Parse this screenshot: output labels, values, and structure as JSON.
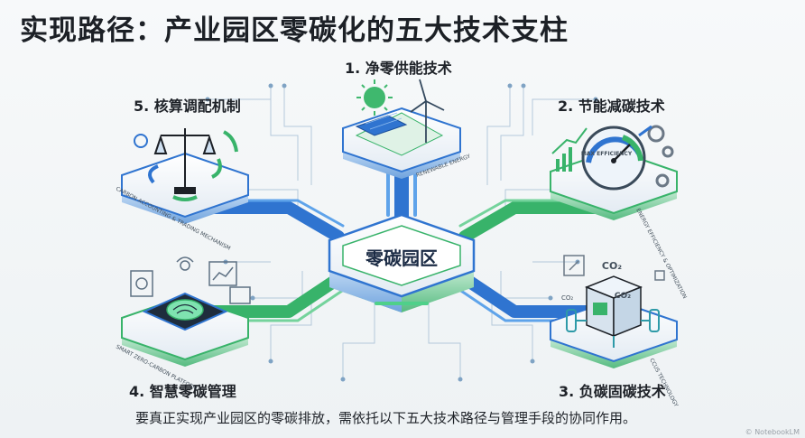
{
  "title": "实现路径：产业园区零碳化的五大技术支柱",
  "center": "零碳园区",
  "pillars": [
    {
      "label": "1. 净零供能技术",
      "sublabel": "RENEWABLE ENERGY"
    },
    {
      "label": "2. 节能减碳技术",
      "sublabel": "ENERGY EFFICIENCY & OPTIMIZATION",
      "gauge": "MAX EFFICIENCY"
    },
    {
      "label": "3. 负碳固碳技术",
      "sublabel": "CCUS TECHNOLOGY",
      "co2_top": "CO₂",
      "co2_box": "CO₂",
      "co2_side": "CO₂"
    },
    {
      "label": "4. 智慧零碳管理",
      "sublabel": "SMART ZERO-CARBON PLATFORM"
    },
    {
      "label": "5. 核算调配机制",
      "sublabel": "CARBON ACCOUNTING & TRADING MECHANISM"
    }
  ],
  "caption": "要真正实现产业园区的零碳排放，需依托以下五大技术路径与管理手段的协同作用。",
  "footer": "© NotebookLM",
  "colors": {
    "blue": "#2f74d0",
    "green": "#38b36a",
    "teal": "#2e9aa8",
    "dark": "#1c2026"
  }
}
